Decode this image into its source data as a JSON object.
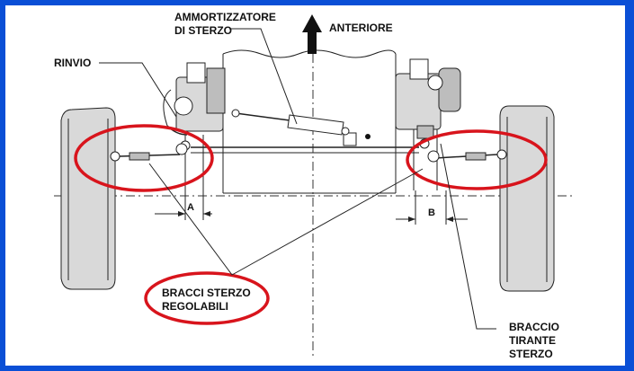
{
  "labels": {
    "ammortizzatore_line1": "AMMORTIZZATORE",
    "ammortizzatore_line2": "DI STERZO",
    "anteriore": "ANTERIORE",
    "rinvio": "RINVIO",
    "bracci_line1": "BRACCI STERZO",
    "bracci_line2": "REGOLABILI",
    "braccio_line1": "BRACCIO",
    "braccio_line2": "TIRANTE",
    "braccio_line3": "STERZO",
    "dim_a": "A",
    "dim_b": "B"
  },
  "colors": {
    "frame": "#0a4fd6",
    "highlight": "#d8141c"
  },
  "icons": {
    "direction_arrow": "arrow-up-icon"
  }
}
